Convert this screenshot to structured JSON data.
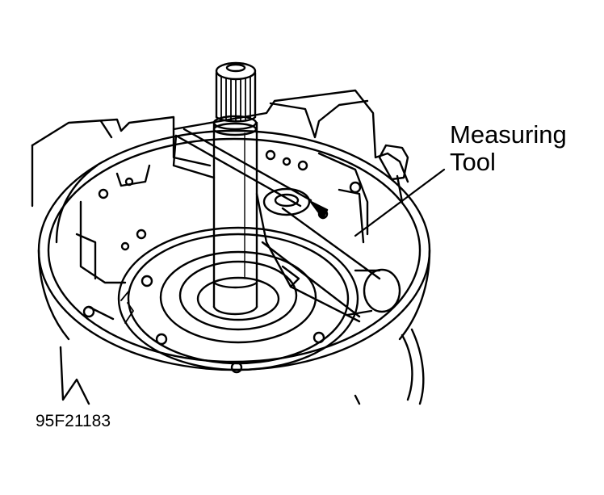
{
  "figure": {
    "callout": {
      "line1": "Measuring",
      "line2": "Tool"
    },
    "figure_id": "95F21183",
    "colors": {
      "ink": "#000000",
      "paper": "#ffffff"
    }
  }
}
